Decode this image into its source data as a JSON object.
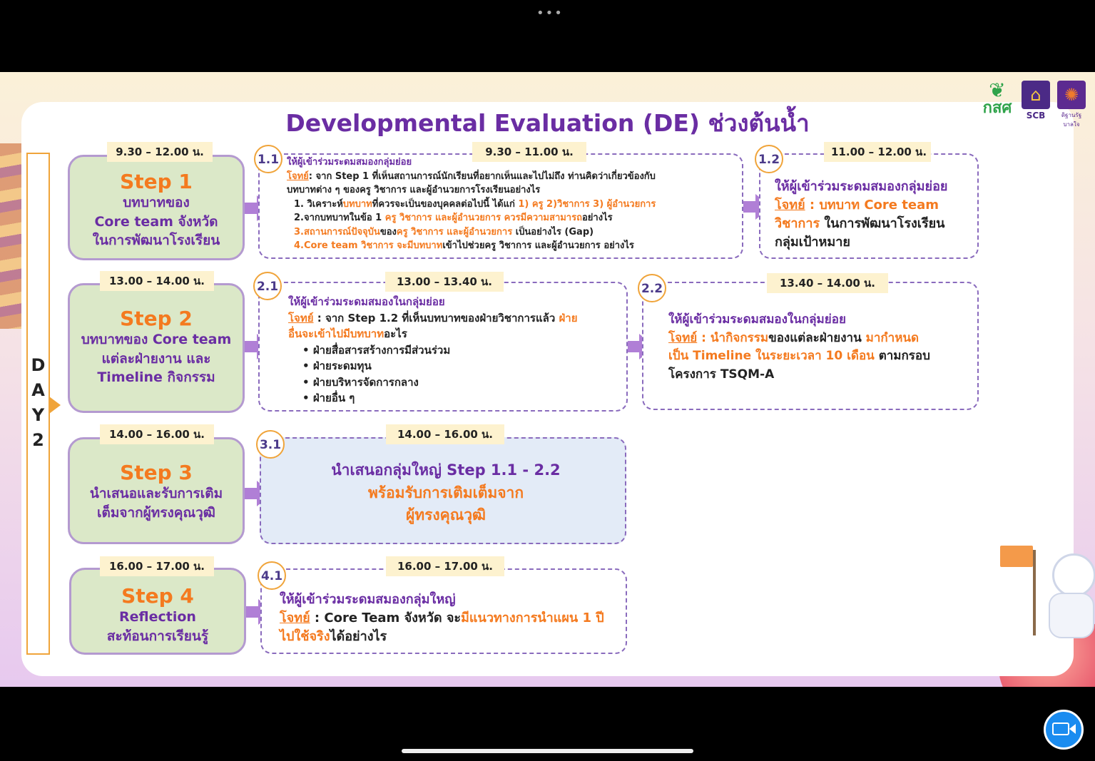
{
  "window": {
    "more": "•••"
  },
  "title": "Developmental Evaluation (DE) ช่วงต้นน้ำ",
  "logos": {
    "ksk": "กสศ",
    "scb": "SCB",
    "right": "ดิฐานรัฐบาลใจ"
  },
  "day": [
    "D",
    "A",
    "Y",
    "2"
  ],
  "steps": [
    {
      "time": "9.30 – 12.00 น.",
      "title": "Step 1",
      "lines": [
        "บทบาทของ",
        "Core team จังหวัด",
        "ในการพัฒนาโรงเรียน"
      ]
    },
    {
      "time": "13.00 – 14.00 น.",
      "title": "Step 2",
      "lines": [
        "บทบาทของ Core team",
        "แต่ละฝ่ายงาน และ",
        "Timeline กิจกรรม"
      ]
    },
    {
      "time": "14.00 – 16.00 น.",
      "title": "Step 3",
      "lines": [
        "นำเสนอและรับการเติม",
        "เต็มจากผู้ทรงคุณวุฒิ"
      ]
    },
    {
      "time": "16.00 – 17.00 น.",
      "title": "Step 4",
      "lines": [
        "Reflection",
        "สะท้อนการเรียนรู้"
      ]
    }
  ],
  "b11": {
    "num": "1.1",
    "time": "9.30 – 11.00 น.",
    "head": "ให้ผู้เข้าร่วมระดมสมองกลุ่มย่อย",
    "q_label": "โจทย์",
    "q_text": ": จาก Step 1 ที่เห็นสถานการณ์นักเรียนที่อยากเห็นและไปไม่ถึง ท่านคิดว่าเกี่ยวข้องกับ",
    "q_text2": "บทบาทต่าง ๆ ของครู วิชาการ และผู้อำนวยการโรงเรียนอย่างไร",
    "l1a": "1. วิเคราะห์",
    "l1b": "บทบาท",
    "l1c": "ที่ควรจะเป็นของบุคคลต่อไปนี้ ได้แก่ ",
    "l1d": "1) ครู 2)วิชาการ 3) ผู้อำนวยการ",
    "l2a": "2.จากบทบาทในข้อ 1 ",
    "l2b": "ครู วิชาการ และผู้อำนวยการ ควรมีความสามารถ",
    "l2c": "อย่างไร",
    "l3a": "3.สถานการณ์ปัจจุบัน",
    "l3b": "ของ",
    "l3c": "ครู วิชาการ และผู้อำนวยการ",
    "l3d": " เป็นอย่างไร (Gap)",
    "l4a": "4.Core team วิชาการ จะมีบทบาท",
    "l4b": "เข้าไปช่วยครู วิชาการ และผู้อำนวยการ อย่างไร"
  },
  "b12": {
    "num": "1.2",
    "time": "11.00 – 12.00 น.",
    "head": "ให้ผู้เข้าร่วมระดมสมองกลุ่มย่อย",
    "q_label": "โจทย์",
    "q_a": " : บทบาท Core team",
    "q_b": "วิชาการ",
    "q_c": " ในการพัฒนาโรงเรียน",
    "q_d": "กลุ่มเป้าหมาย"
  },
  "b21": {
    "num": "2.1",
    "time": "13.00 – 13.40 น.",
    "head": "ให้ผู้เข้าร่วมระดมสมองในกลุ่มย่อย",
    "q_label": "โจทย์",
    "q_a": " : จาก Step 1.2 ที่เห็นบทบาทของฝ่ายวิชาการแล้ว ",
    "q_b": "ฝ่าย",
    "q_c": "อื่นจะเข้าไปมีบทบาท",
    "q_d": "อะไร",
    "bullets": [
      "ฝ่ายสื่อสารสร้างการมีส่วนร่วม",
      "ฝ่ายระดมทุน",
      "ฝ่ายบริหารจัดการกลาง",
      "ฝ่ายอื่น ๆ"
    ]
  },
  "b22": {
    "num": "2.2",
    "time": "13.40 – 14.00 น.",
    "head": "ให้ผู้เข้าร่วมระดมสมองในกลุ่มย่อย",
    "q_label": "โจทย์",
    "q_a": " : นำกิจกรรม",
    "q_b": "ของแต่ละฝ่ายงาน ",
    "q_c": "มากำหนด",
    "q_d": "เป็น Timeline ในระยะเวลา 10 เดือน",
    "q_e": " ตามกรอบ",
    "q_f": "โครงการ TSQM-A"
  },
  "b31": {
    "num": "3.1",
    "time": "14.00 – 16.00 น.",
    "l1": "นำเสนอกลุ่มใหญ่ Step 1.1 - 2.2",
    "l2": "พร้อมรับการเติมเต็มจาก",
    "l3": "ผู้ทรงคุณวุฒิ"
  },
  "b41": {
    "num": "4.1",
    "time": "16.00 – 17.00 น.",
    "head": "ให้ผู้เข้าร่วมระดมสมองกลุ่มใหญ่",
    "q_label": "โจทย์",
    "q_a": " : Core Team จังหวัด  จะ",
    "q_b": "มีแนวทางการนำแผน 1 ปี",
    "q_c": "ไปใช้จริง",
    "q_d": "ได้อย่างไร"
  },
  "colors": {
    "purple": "#6a2da3",
    "orange": "#f47a1f",
    "step_bg": "#dbe8c8",
    "time_bg": "#fdf2cf",
    "camera": "#1a8cf0"
  },
  "icons": {
    "camera": "video-camera-icon",
    "more": "more-dots-icon"
  }
}
